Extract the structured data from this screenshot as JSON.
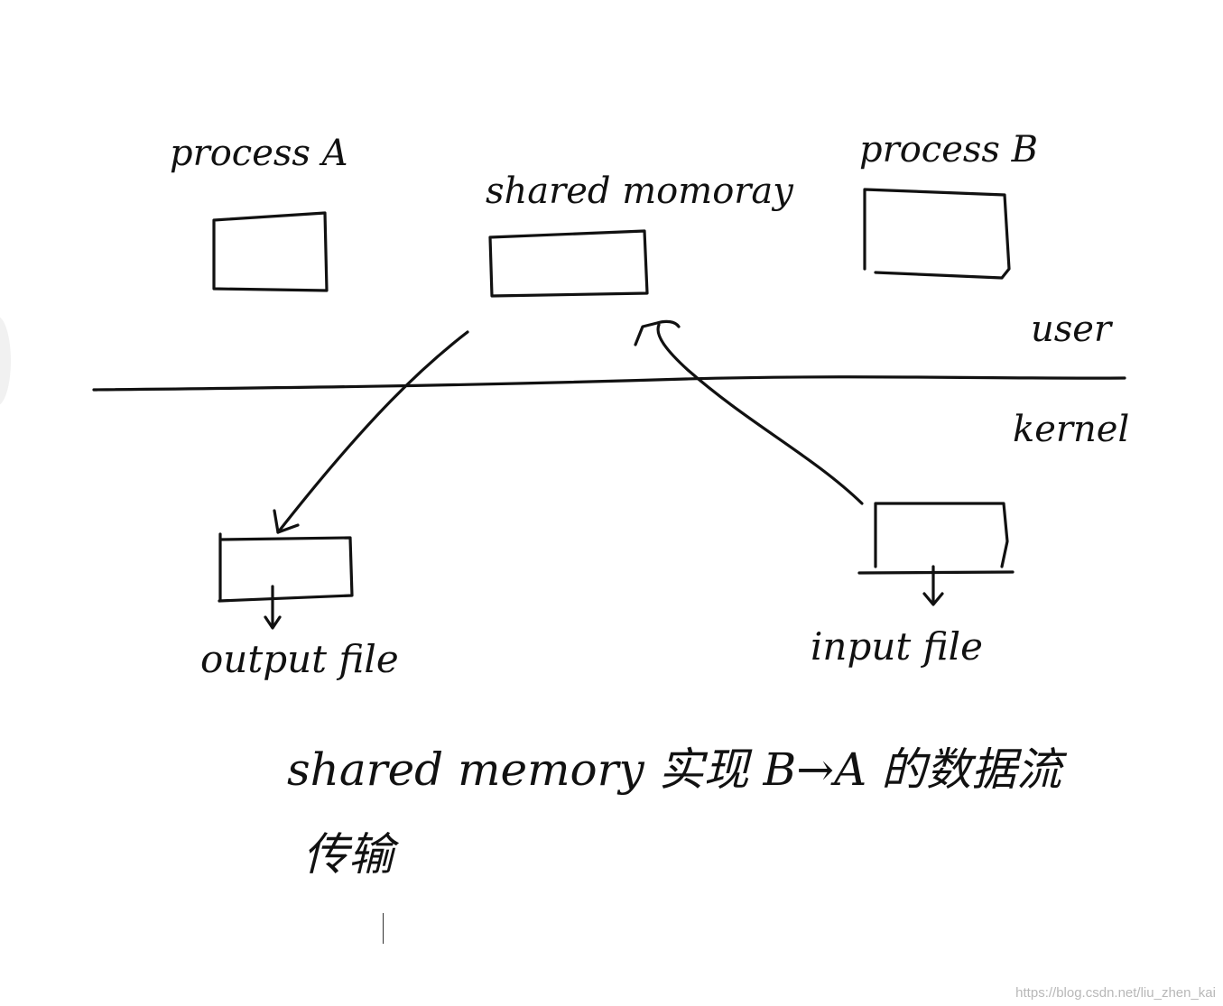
{
  "labels": {
    "process_a": "process A",
    "shared_memory": "shared momoray",
    "process_b": "process B",
    "user": "user",
    "kernel": "kernel",
    "output_file": "output file",
    "input_file": "input file"
  },
  "caption": {
    "line1": "shared memory 实现 B→A 的数据流",
    "line2": "传输"
  },
  "watermark": "https://blog.csdn.net/liu_zhen_kai"
}
